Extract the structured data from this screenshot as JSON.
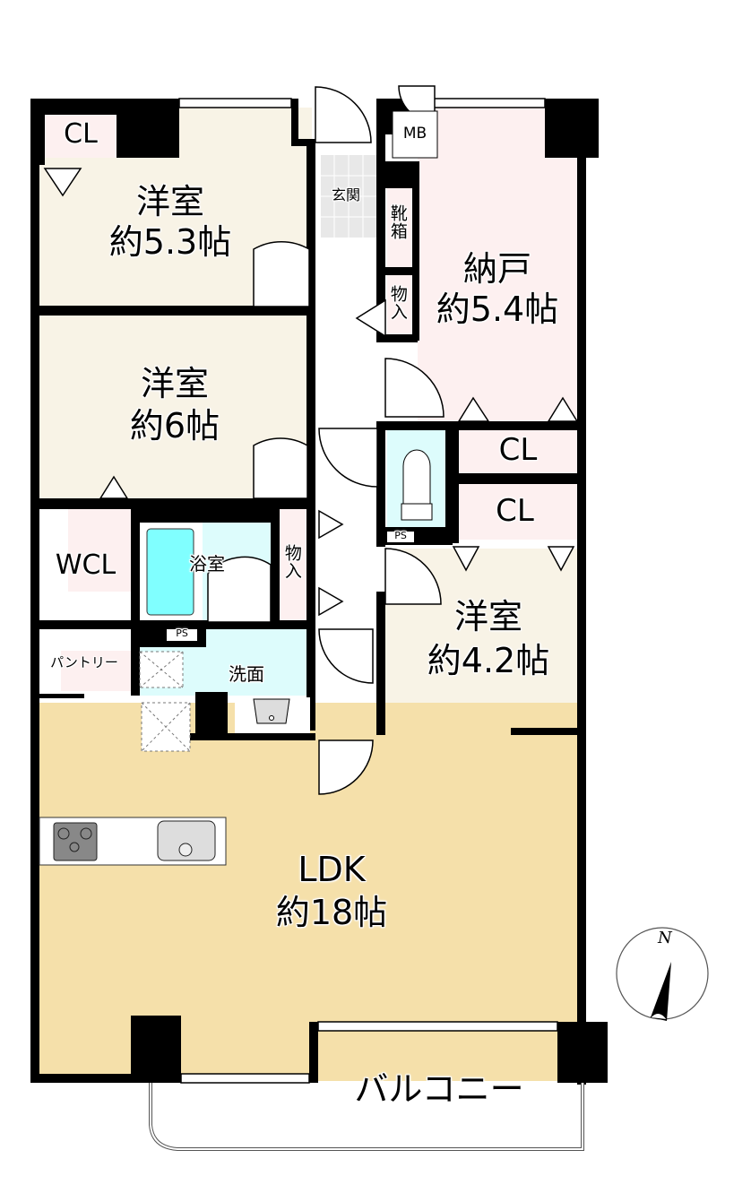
{
  "floor_plan": {
    "rooms": [
      {
        "id": "western_room_1",
        "name": "洋室",
        "size": "約5.3帖",
        "fill": "#f8f3e6"
      },
      {
        "id": "western_room_2",
        "name": "洋室",
        "size": "約6帖",
        "fill": "#f8f3e6"
      },
      {
        "id": "storage_room",
        "name": "納戸",
        "size": "約5.4帖",
        "fill": "#fdf0f0"
      },
      {
        "id": "western_room_3",
        "name": "洋室",
        "size": "約4.2帖",
        "fill": "#f8f3e6"
      },
      {
        "id": "ldk",
        "name": "LDK",
        "size": "約18帖",
        "fill": "#f5e0aa"
      }
    ],
    "labels": {
      "closet_1": "CL",
      "closet_2": "CL",
      "closet_3": "CL",
      "meter_box": "MB",
      "entrance": "玄関",
      "shoe_box": "靴箱",
      "storage_1": "物入",
      "storage_2": "物入",
      "walk_in_closet": "WCL",
      "bathroom": "浴室",
      "washroom": "洗面",
      "pipe_space_1": "PS",
      "pipe_space_2": "PS",
      "pantry": "パントリー",
      "balcony": "バルコニー"
    },
    "compass": {
      "label": "N"
    },
    "colors": {
      "wall": "#000000",
      "western": "#f8f3e6",
      "closet": "#fdf0f0",
      "wet_area": "#ddfcfc",
      "bathtub": "#80ffff",
      "ldk": "#f5e0aa",
      "entrance_tile": "#e8e8e8"
    }
  }
}
